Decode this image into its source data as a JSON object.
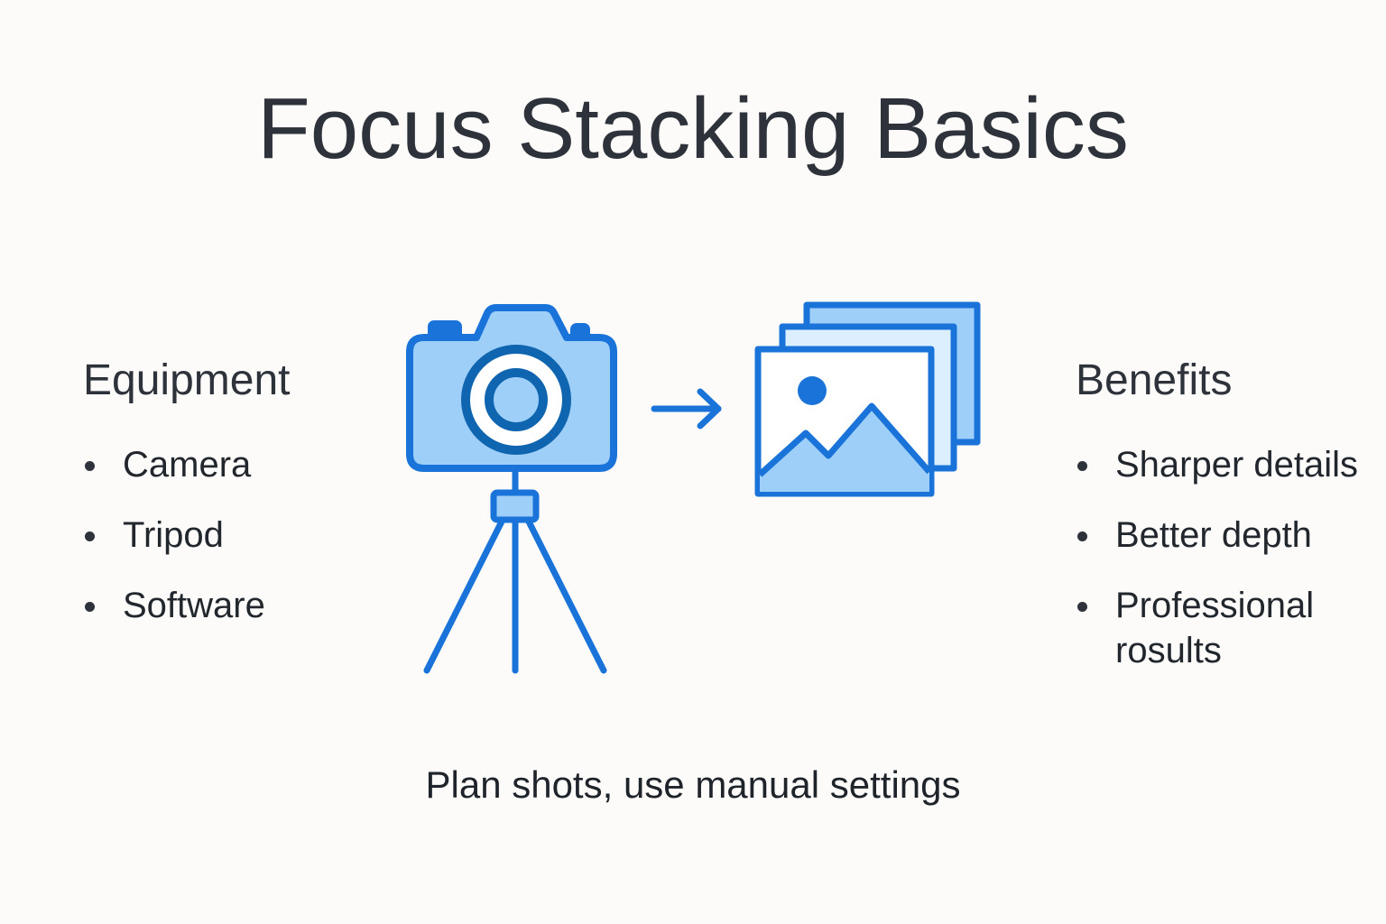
{
  "title": "Focus Stacking Basics",
  "equipment": {
    "heading": "Equipment",
    "items": [
      "Camera",
      "Tripod",
      "Software"
    ]
  },
  "benefits": {
    "heading": "Benefits",
    "items": [
      "Sharper details",
      "Better depth",
      "Professional rosults"
    ]
  },
  "footer": "Plan shots, use manual settings",
  "illustration": {
    "icons": [
      "camera-icon",
      "tripod-icon",
      "arrow-right-icon",
      "stacked-images-icon"
    ],
    "colors": {
      "stroke": "#1a73d9",
      "fill_light": "#9dcff9",
      "fill_lighter": "#dcefff",
      "lens_dark": "#0f65b0",
      "text": "#2e333b",
      "background": "#fcfbf9"
    }
  }
}
